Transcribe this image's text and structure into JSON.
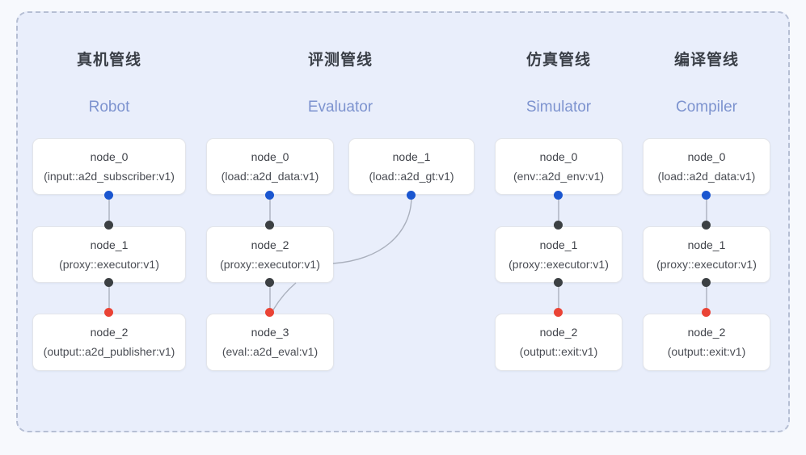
{
  "panel": {
    "border_style": "dashed",
    "border_color": "#b6bfd4",
    "background": "#e9eefb"
  },
  "colors": {
    "page_background": "#f7f9fd",
    "panel_background": "#e9eefb",
    "panel_border": "#b6bfd4",
    "node_background": "#ffffff",
    "node_border": "#e3e5ea",
    "title_text": "#3a3f47",
    "subtitle_text": "#7d93cf",
    "node_text": "#3f4249",
    "port_output": "#1a56d0",
    "port_input": "#3c4043",
    "port_terminal": "#ea4335",
    "edge_line": "#aab0bd"
  },
  "columns": [
    {
      "id": "robot",
      "title": "真机管线",
      "subtitle": "Robot",
      "nodes": [
        {
          "id": "node_0",
          "type": "(input::a2d_subscriber:v1)",
          "out_port": "output",
          "in_port": null
        },
        {
          "id": "node_1",
          "type": "(proxy::executor:v1)",
          "out_port": "input",
          "in_port": "input"
        },
        {
          "id": "node_2",
          "type": "(output::a2d_publisher:v1)",
          "out_port": null,
          "in_port": "terminal"
        }
      ]
    },
    {
      "id": "evaluator",
      "title": "评测管线",
      "subtitle": "Evaluator",
      "nodes": [
        {
          "id": "node_0",
          "type": "(load::a2d_data:v1)",
          "out_port": "output",
          "in_port": null
        },
        {
          "id": "node_1",
          "type": "(load::a2d_gt:v1)",
          "out_port": "output",
          "in_port": null
        },
        {
          "id": "node_2",
          "type": "(proxy::executor:v1)",
          "out_port": "input",
          "in_port": "input"
        },
        {
          "id": "node_3",
          "type": "(eval::a2d_eval:v1)",
          "out_port": null,
          "in_port": "terminal"
        }
      ]
    },
    {
      "id": "simulator",
      "title": "仿真管线",
      "subtitle": "Simulator",
      "nodes": [
        {
          "id": "node_0",
          "type": "(env::a2d_env:v1)",
          "out_port": "output",
          "in_port": null
        },
        {
          "id": "node_1",
          "type": "(proxy::executor:v1)",
          "out_port": "input",
          "in_port": "input"
        },
        {
          "id": "node_2",
          "type": "(output::exit:v1)",
          "out_port": null,
          "in_port": "terminal"
        }
      ]
    },
    {
      "id": "compiler",
      "title": "编译管线",
      "subtitle": "Compiler",
      "nodes": [
        {
          "id": "node_0",
          "type": "(load::a2d_data:v1)",
          "out_port": "output",
          "in_port": null
        },
        {
          "id": "node_1",
          "type": "(proxy::executor:v1)",
          "out_port": "input",
          "in_port": "input"
        },
        {
          "id": "node_2",
          "type": "(output::exit:v1)",
          "out_port": null,
          "in_port": "terminal"
        }
      ]
    }
  ]
}
